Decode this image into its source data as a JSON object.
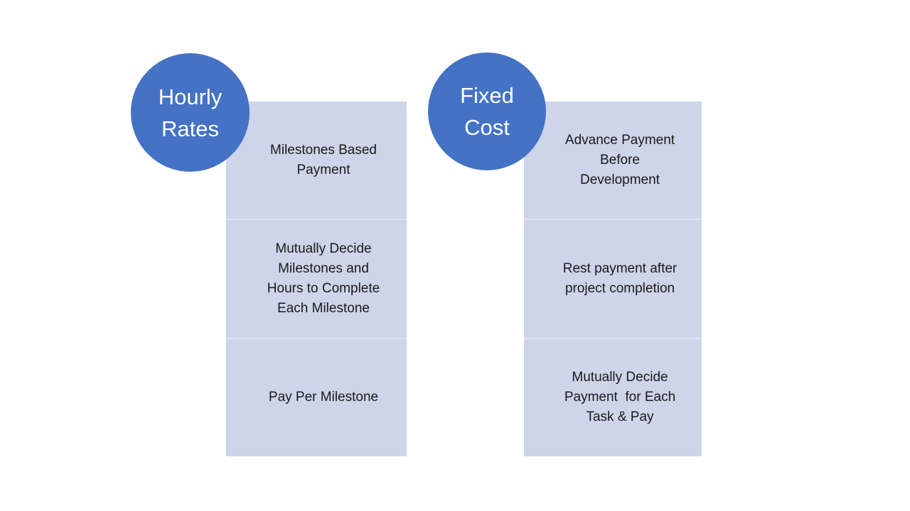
{
  "diagram": {
    "title": "Hourly Rates vs Fixed Cost payment models",
    "columns": [
      {
        "id": "hourly-rates",
        "circle_label": "Hourly\nRates",
        "items": [
          {
            "text": "Milestones Based\nPayment"
          },
          {
            "text": "Mutually Decide\nMilestones and\nHours to Complete\nEach Milestone"
          },
          {
            "text": "Pay Per Milestone"
          }
        ]
      },
      {
        "id": "fixed-cost",
        "circle_label": "Fixed\nCost",
        "items": [
          {
            "text": "Advance Payment\nBefore\nDevelopment"
          },
          {
            "text": "Rest payment after\nproject completion"
          },
          {
            "text": "Mutually Decide\nPayment  for Each\nTask & Pay"
          }
        ]
      }
    ],
    "colors": {
      "circle_fill": "#4472C4",
      "circle_text": "#FFFFFF",
      "panel_fill": "#CED4E9",
      "panel_divider": "#DDE2EE",
      "body_text": "#1A1A1A",
      "background": "#FFFFFF"
    }
  }
}
